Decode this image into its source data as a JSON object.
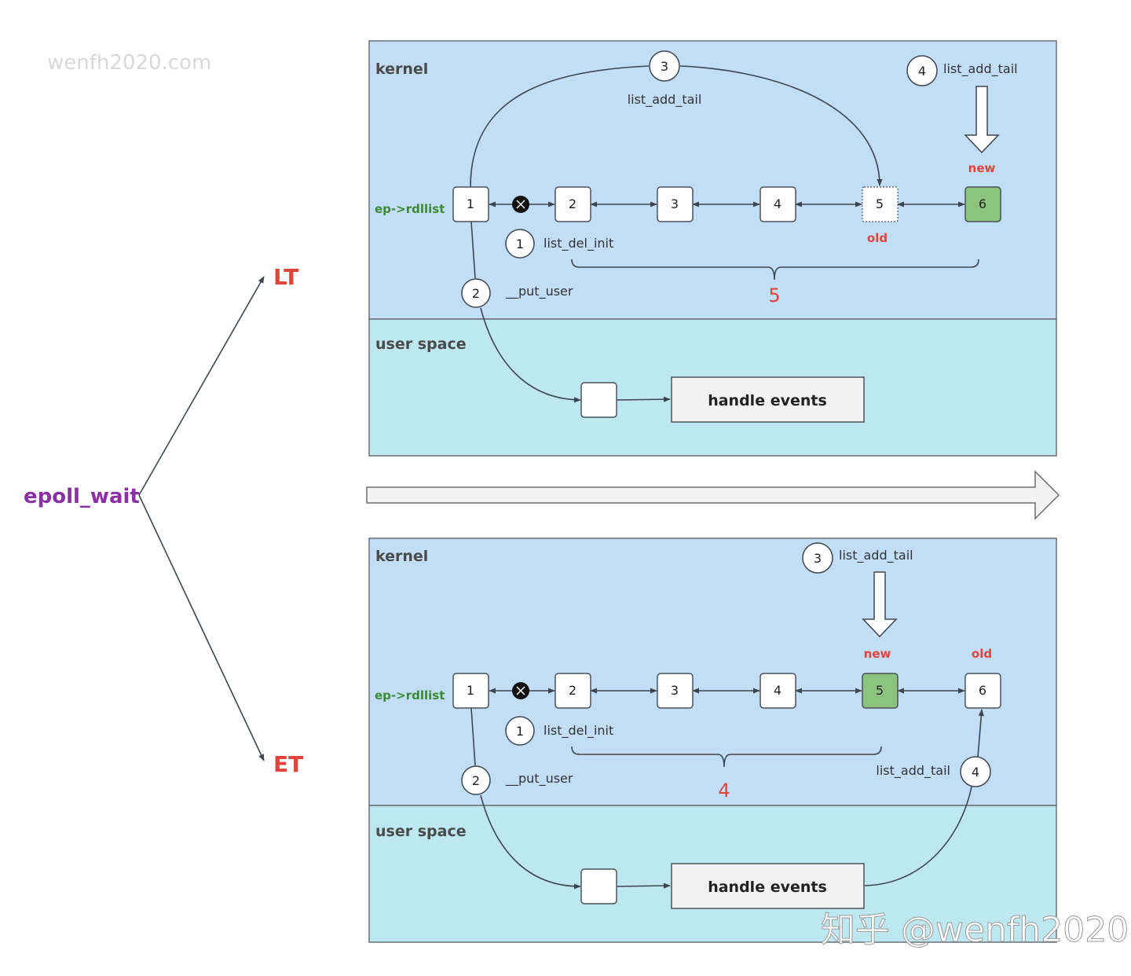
{
  "watermark_top": "wenfh2020.com",
  "watermark_bottom": "知乎 @wenfh2020",
  "entry": "epoll_wait",
  "modes": [
    "LT",
    "ET"
  ],
  "colors": {
    "kernel_bg": "#c2ddf6",
    "user_bg": "#bde8f0",
    "node_fill": "#ffffff",
    "node_new_fill": "#8cc47e",
    "accent_red": "#e0443a",
    "accent_green": "#3c8a35",
    "accent_purple": "#8b2fa6"
  },
  "panels": [
    {
      "mode": "LT",
      "kernel_label": "kernel",
      "user_label": "user space",
      "list_label": "ep->rdllist",
      "nodes": [
        "1",
        "2",
        "3",
        "4",
        "5",
        "6"
      ],
      "new_node": "6",
      "old_node": "5",
      "new_label": "new",
      "old_label": "old",
      "steps": [
        {
          "num": "1",
          "label": "list_del_init"
        },
        {
          "num": "2",
          "label": "__put_user"
        },
        {
          "num": "3",
          "label": "list_add_tail"
        },
        {
          "num": "4",
          "label": "list_add_tail"
        }
      ],
      "brace_count": "5",
      "handle_label": "handle events"
    },
    {
      "mode": "ET",
      "kernel_label": "kernel",
      "user_label": "user space",
      "list_label": "ep->rdllist",
      "nodes": [
        "1",
        "2",
        "3",
        "4",
        "5",
        "6"
      ],
      "new_node": "5",
      "old_node": "6",
      "new_label": "new",
      "old_label": "old",
      "steps": [
        {
          "num": "1",
          "label": "list_del_init"
        },
        {
          "num": "2",
          "label": "__put_user"
        },
        {
          "num": "3",
          "label": "list_add_tail"
        },
        {
          "num": "4",
          "label": "list_add_tail"
        }
      ],
      "brace_count": "4",
      "handle_label": "handle events"
    }
  ]
}
